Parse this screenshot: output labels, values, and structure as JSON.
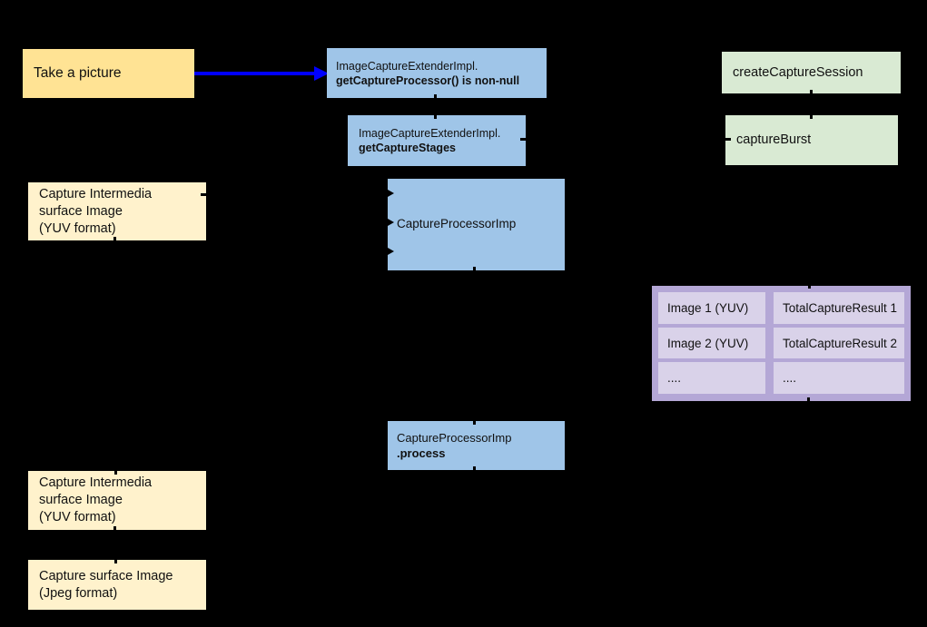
{
  "diagram": {
    "background": "#000000",
    "text_color": "#111111",
    "colors": {
      "action_yellow": "#FFE394",
      "surface_yellow": "#FFF2CC",
      "impl_blue": "#9FC5E8",
      "camera_green": "#D9EAD3",
      "table_purple_frame": "#B4A7D6",
      "table_purple_cell": "#D9D2E9",
      "flow_arrow_blue": "#0000FF"
    },
    "nodes": {
      "take_picture": {
        "label": "Take a picture"
      },
      "get_capture_processor": {
        "line1": "ImageCaptureExtenderImpl.",
        "line2_bold": "getCaptureProcessor() is non-null"
      },
      "get_capture_stages": {
        "line1": "ImageCaptureExtenderImpl.",
        "line2_bold": "getCaptureStages"
      },
      "create_capture_session": {
        "label": "createCaptureSession"
      },
      "capture_burst": {
        "label": "captureBurst"
      },
      "capture_intermedia_top": {
        "line1": "Capture Intermedia",
        "line2": "surface Image",
        "line3": "(YUV format)"
      },
      "capture_processor_imp": {
        "label": "CaptureProcessorImp"
      },
      "capture_processor_process": {
        "line1": "CaptureProcessorImp",
        "line2_bold": ".process"
      },
      "capture_intermedia_bottom": {
        "line1": "Capture Intermedia",
        "line2": "surface Image",
        "line3": "(YUV format)"
      },
      "capture_surface_jpeg": {
        "line1": "Capture surface Image",
        "line2": "(Jpeg format)"
      }
    },
    "results_table": {
      "rows": [
        [
          "Image 1 (YUV)",
          "TotalCaptureResult 1"
        ],
        [
          "Image 2 (YUV)",
          "TotalCaptureResult 2"
        ],
        [
          "....",
          "...."
        ]
      ]
    }
  }
}
